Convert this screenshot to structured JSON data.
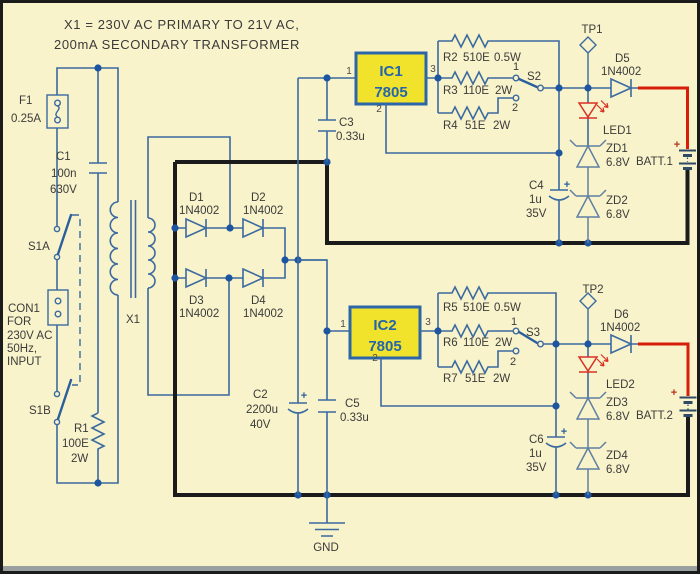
{
  "title_note": {
    "line1": "X1 = 230V AC PRIMARY TO 21V AC,",
    "line2": "200mA SECONDARY TRANSFORMER"
  },
  "colors": {
    "background": "#f8f3cb",
    "wire_blue": "#3b6aa0",
    "bus_black": "#1b1b1b",
    "battery_wire_red": "#d81e0a",
    "ic_fill_yellow": "#f1e32c",
    "ic_border_blue": "#2b66a8",
    "node_dot": "#1d55a0"
  },
  "mains": {
    "f1": "F1",
    "f1_value": "0.25A",
    "c1": "C1",
    "c1_value": "100n",
    "c1_voltage": "630V",
    "s1a": "S1A",
    "s1b": "S1B",
    "con1_line1": "CON1",
    "con1_line2": "FOR",
    "con1_line3": "230V AC",
    "con1_line4": "50Hz,",
    "con1_line5": "INPUT",
    "r1": "R1",
    "r1_value": "100E",
    "r1_power": "2W",
    "x1": "X1"
  },
  "bridge": {
    "d1": "D1",
    "d1_value": "1N4002",
    "d2": "D2",
    "d2_value": "1N4002",
    "d3": "D3",
    "d3_value": "1N4002",
    "d4": "D4",
    "d4_value": "1N4002"
  },
  "filter": {
    "c2": "C2",
    "c2_value": "2200u",
    "c2_voltage": "40V",
    "c5": "C5",
    "c5_value": "0.33u",
    "gnd": "GND"
  },
  "channel1": {
    "c3": "C3",
    "c3_value": "0.33u",
    "ic": "IC1",
    "ic_part": "7805",
    "r2": "R2",
    "r2_value": "510E",
    "r2_power": "0.5W",
    "r3": "R3",
    "r3_value": "110E",
    "r3_power": "2W",
    "r4": "R4",
    "r4_value": "51E",
    "r4_power": "2W",
    "s2": "S2",
    "tp1": "TP1",
    "d5": "D5",
    "d5_value": "1N4002",
    "led1": "LED1",
    "zd1": "ZD1",
    "zd1_value": "6.8V",
    "zd2": "ZD2",
    "zd2_value": "6.8V",
    "batt1": "BATT.1",
    "c4": "C4",
    "c4_value": "1u",
    "c4_voltage": "35V"
  },
  "channel2": {
    "ic": "IC2",
    "ic_part": "7805",
    "r5": "R5",
    "r5_value": "510E",
    "r5_power": "0.5W",
    "r6": "R6",
    "r6_value": "110E",
    "r6_power": "2W",
    "r7": "R7",
    "r7_value": "51E",
    "r7_power": "2W",
    "s3": "S3",
    "tp2": "TP2",
    "d6": "D6",
    "d6_value": "1N4002",
    "led2": "LED2",
    "zd3": "ZD3",
    "zd3_value": "6.8V",
    "zd4": "ZD4",
    "zd4_value": "6.8V",
    "batt2": "BATT.2",
    "c6": "C6",
    "c6_value": "1u",
    "c6_voltage": "35V"
  },
  "pins": {
    "p1": "1",
    "p2": "2",
    "p3": "3"
  },
  "symbols": {
    "plus": "+"
  }
}
